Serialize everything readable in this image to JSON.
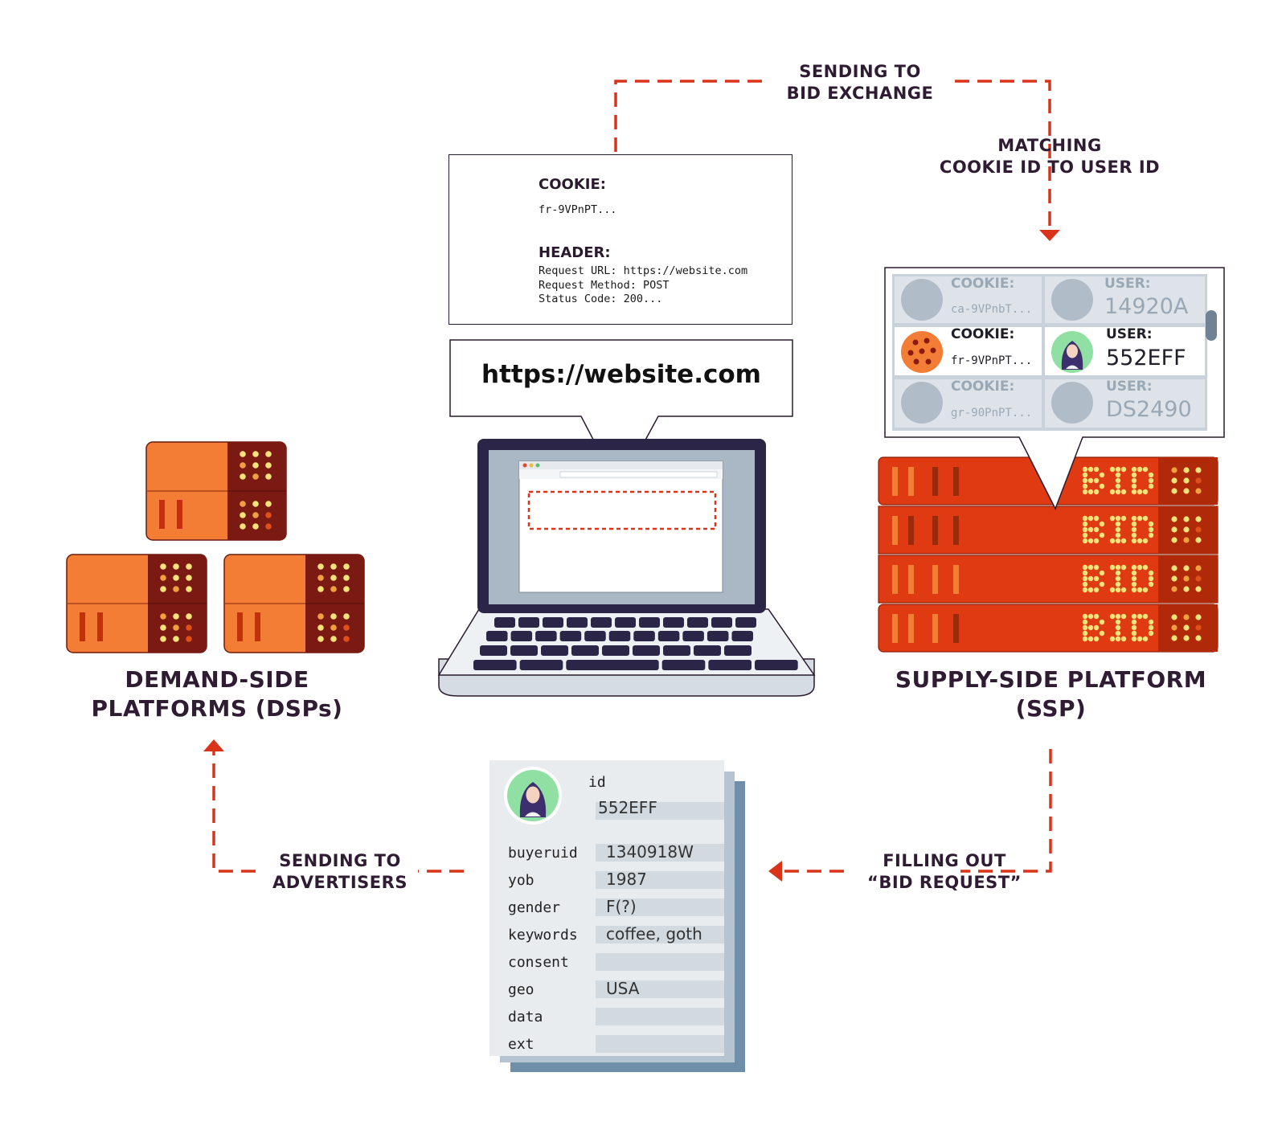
{
  "labels": {
    "sending_to_bid_exchange": [
      "SENDING TO",
      "BID EXCHANGE"
    ],
    "matching": [
      "MATCHING",
      "COOKIE ID TO USER ID"
    ],
    "dsp_title": [
      "DEMAND-SIDE",
      "PLATFORMS (DSPs)"
    ],
    "ssp_title": [
      "SUPPLY-SIDE PLATFORM",
      "(SSP)"
    ],
    "sending_to_advertisers": [
      "SENDING TO",
      "ADVERTISERS"
    ],
    "filling_out": [
      "FILLING OUT",
      "“BID REQUEST”"
    ]
  },
  "request": {
    "cookie_title": "COOKIE:",
    "cookie_value": "fr-9VPnPT...",
    "header_title": "HEADER:",
    "header_lines": [
      "Request URL: https://website.com",
      "Request Method: POST",
      "Status Code: 200..."
    ],
    "header_icon_text": "</>"
  },
  "url_bubble": "https://website.com",
  "ssp_table": {
    "rows": [
      {
        "cookie_title": "COOKIE:",
        "cookie_value": "ca-9VPnbT...",
        "user_title": "USER:",
        "user_value": "14920A",
        "active": false
      },
      {
        "cookie_title": "COOKIE:",
        "cookie_value": "fr-9VPnPT...",
        "user_title": "USER:",
        "user_value": "552EFF",
        "active": true
      },
      {
        "cookie_title": "COOKIE:",
        "cookie_value": "gr-90PnPT...",
        "user_title": "USER:",
        "user_value": "DS2490",
        "active": false
      }
    ]
  },
  "ssp_rack": {
    "bid_label": "BID",
    "rows": 4
  },
  "bid_request": {
    "id_key": "id",
    "id_value": "552EFF",
    "fields": [
      {
        "key": "buyeruid",
        "value": "1340918W"
      },
      {
        "key": "yob",
        "value": "1987"
      },
      {
        "key": "gender",
        "value": "F(?)"
      },
      {
        "key": "keywords",
        "value": "coffee, goth"
      },
      {
        "key": "consent",
        "value": ""
      },
      {
        "key": "geo",
        "value": "USA"
      },
      {
        "key": "data",
        "value": ""
      },
      {
        "key": "ext",
        "value": ""
      }
    ]
  },
  "colors": {
    "arrow_red": "#d9331a",
    "dsp_orange": "#f47d36",
    "dsp_dark": "#7a1a12",
    "ssp_red": "#e03a12",
    "ssp_dark": "#b02a0a",
    "led_yellow": "#f6e27a",
    "ink": "#2a1a2e",
    "laptop_navy": "#2b2548",
    "screen_blue": "#a9b8c4",
    "doc_gray": "#e8ecef",
    "avatar_green": "#8fe0a2"
  }
}
